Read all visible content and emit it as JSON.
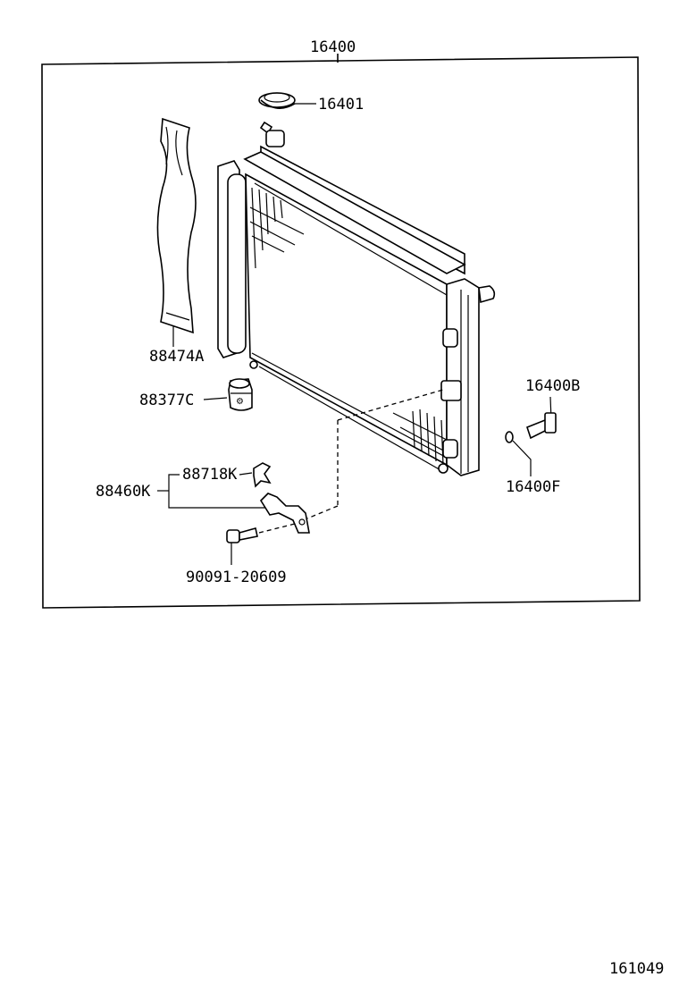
{
  "diagram": {
    "assembly_label": "16400",
    "figure_number": "161049",
    "parts": {
      "cap": "16401",
      "air_guide": "88474A",
      "cushion": "88377C",
      "clip": "88718K",
      "bracket": "88460K",
      "bolt": "90091-20609",
      "drain_cock": "16400B",
      "drain_oring": "16400F"
    }
  }
}
